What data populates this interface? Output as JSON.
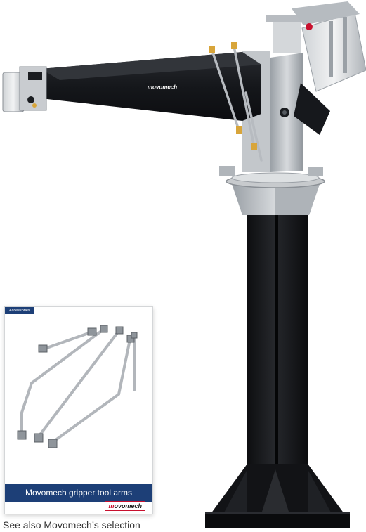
{
  "machine": {
    "brand_label": "movomech",
    "colors": {
      "arm": "#15171b",
      "steel": "#b9bdc2",
      "steel_dark": "#8a8f95",
      "accent": "#c8102e"
    }
  },
  "brochure": {
    "tab_label": "Accessories",
    "banner_title": "Movomech gripper tool arms",
    "logo": "movomech",
    "colors": {
      "brand_blue": "#1d3f77",
      "logo_red": "#c8102e"
    }
  },
  "caption": {
    "text": "See also Movomech’s selection"
  }
}
